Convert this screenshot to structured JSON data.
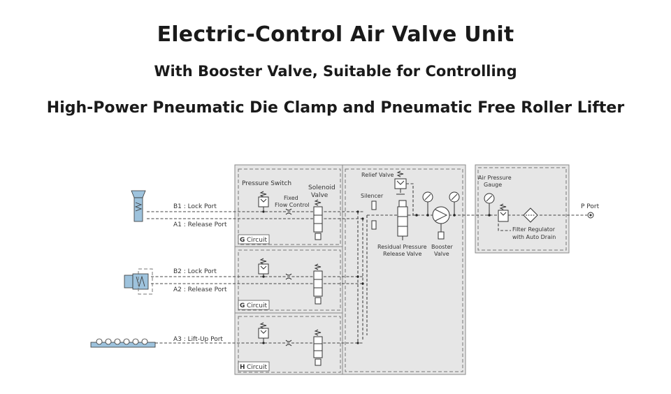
{
  "titles": {
    "main": "Electric-Control Air Valve Unit",
    "sub1": "With Booster Valve, Suitable for Controlling",
    "sub2": "High-Power Pneumatic Die Clamp and Pneumatic Free Roller Lifter"
  },
  "ports": {
    "b1": "B1 : Lock Port",
    "a1": "A1 : Release Port",
    "b2": "B2 : Lock Port",
    "a2": "A2 : Release Port",
    "a3": "A3 : Lift-Up Port",
    "p": "P Port"
  },
  "components": {
    "pressure_switch": "Pressure Switch",
    "fixed_flow_1": "Fixed",
    "fixed_flow_2": "Flow Control",
    "solenoid_1": "Solenoid",
    "solenoid_2": "Valve",
    "relief_valve": "Relief Valve",
    "silencer": "Silencer",
    "residual_1": "Residual Pressure",
    "residual_2": "Release Valve",
    "booster_1": "Booster",
    "booster_2": "Valve",
    "gauge_1": "Air Pressure",
    "gauge_2": "Gauge",
    "filter_1": "Filter Regulator",
    "filter_2": "with Auto Drain"
  },
  "circuits": {
    "g1": "Circuit",
    "g2": "Circuit",
    "h": "Circuit",
    "g1_letter": "G",
    "g2_letter": "G",
    "h_letter": "H"
  }
}
